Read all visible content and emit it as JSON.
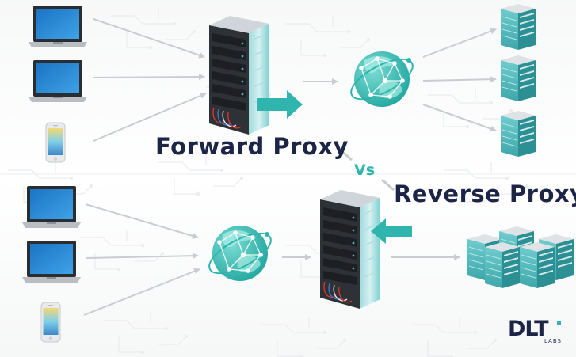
{
  "labels": {
    "forward": "Forward Proxy",
    "vs": "Vs",
    "reverse": "Reverse Proxy"
  },
  "logo": {
    "main": "DLT",
    "sub": "LABS"
  },
  "colors": {
    "teal": "#2fb5ad",
    "navy": "#1d2547",
    "rack_dark": "#2b2e33",
    "connector": "#c9cdd1"
  },
  "icons": {
    "client_laptop": "laptop-icon",
    "client_phone": "smartphone-icon",
    "proxy": "server-rack-icon",
    "network": "globe-network-icon",
    "server": "server-icon"
  }
}
